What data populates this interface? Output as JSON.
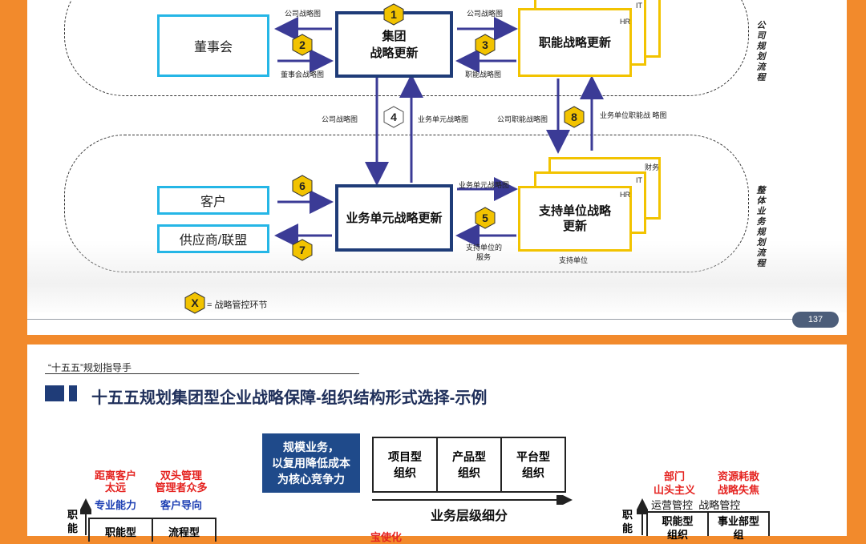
{
  "upper_page": {
    "boxes": {
      "board": "董事会",
      "group_strategy": [
        "集团",
        "战略更新"
      ],
      "functional_strategy": "职能战略更新",
      "bu_strategy": "业务单元战略更新",
      "customer": "客户",
      "supplier": "供应商/联盟",
      "support_strategy": [
        "支持单位战略",
        "更新"
      ]
    },
    "stack_labels": {
      "top_it": "IT",
      "top_hr": "HR",
      "bottom_finance": "财务",
      "bottom_it": "IT",
      "bottom_hr": "HR",
      "support_unit": "支持单位"
    },
    "arrow_labels": {
      "a1": "公司战略图",
      "a2": "董事会战略图",
      "a3_top": "公司战略图",
      "a3_bottom": "职能战略图",
      "a4_left": "公司战略图",
      "a4_right": "业务单元战略图",
      "a8_left": "公司职能战略图",
      "a8_right": "业务单位职能战 略图",
      "a5_top": "业务单元战略图",
      "a5_bottom": [
        "支持单位的",
        "服务"
      ]
    },
    "hex_numbers": [
      "1",
      "2",
      "3",
      "4",
      "5",
      "6",
      "7",
      "8"
    ],
    "side_labels": {
      "company": [
        "公",
        "司",
        "规",
        "划",
        "流",
        "程"
      ],
      "overall": [
        "整",
        "体",
        "业",
        "务",
        "规",
        "划",
        "流",
        "程"
      ]
    },
    "legend": {
      "symbol": "X",
      "text": "= 战略管控环节"
    },
    "page_number": "137"
  },
  "lower_page": {
    "header": "“十五五”规划指导手",
    "title": "十五五规划集团型企业战略保障-组织结构形式选择-示例",
    "callout": [
      "规模业务，",
      "以复用降低成本",
      "为核心竞争力"
    ],
    "org_boxes": [
      [
        "项目型",
        "组织"
      ],
      [
        "产品型",
        "组织"
      ],
      [
        "平台型",
        "组织"
      ]
    ],
    "org_axis_label": "业务层级细分",
    "left_notes": {
      "red1": [
        "距离客户",
        "太远"
      ],
      "blue1": "专业能力",
      "red2": [
        "双头管理",
        "管理者众多"
      ],
      "blue2": "客户导向"
    },
    "left_vertical": [
      "职",
      "能"
    ],
    "left_boxes": [
      "职能型",
      "流程型"
    ],
    "center_red": "宝使化",
    "right_notes": {
      "red1": [
        "部门",
        "山头主义"
      ],
      "red2": [
        "资源耗散",
        "战略失焦"
      ],
      "black": "运营管控  战略管控"
    },
    "right_vertical": [
      "职",
      "能"
    ],
    "right_boxes": [
      [
        "职能型",
        "组织"
      ],
      [
        "事业部型",
        "组"
      ]
    ]
  }
}
